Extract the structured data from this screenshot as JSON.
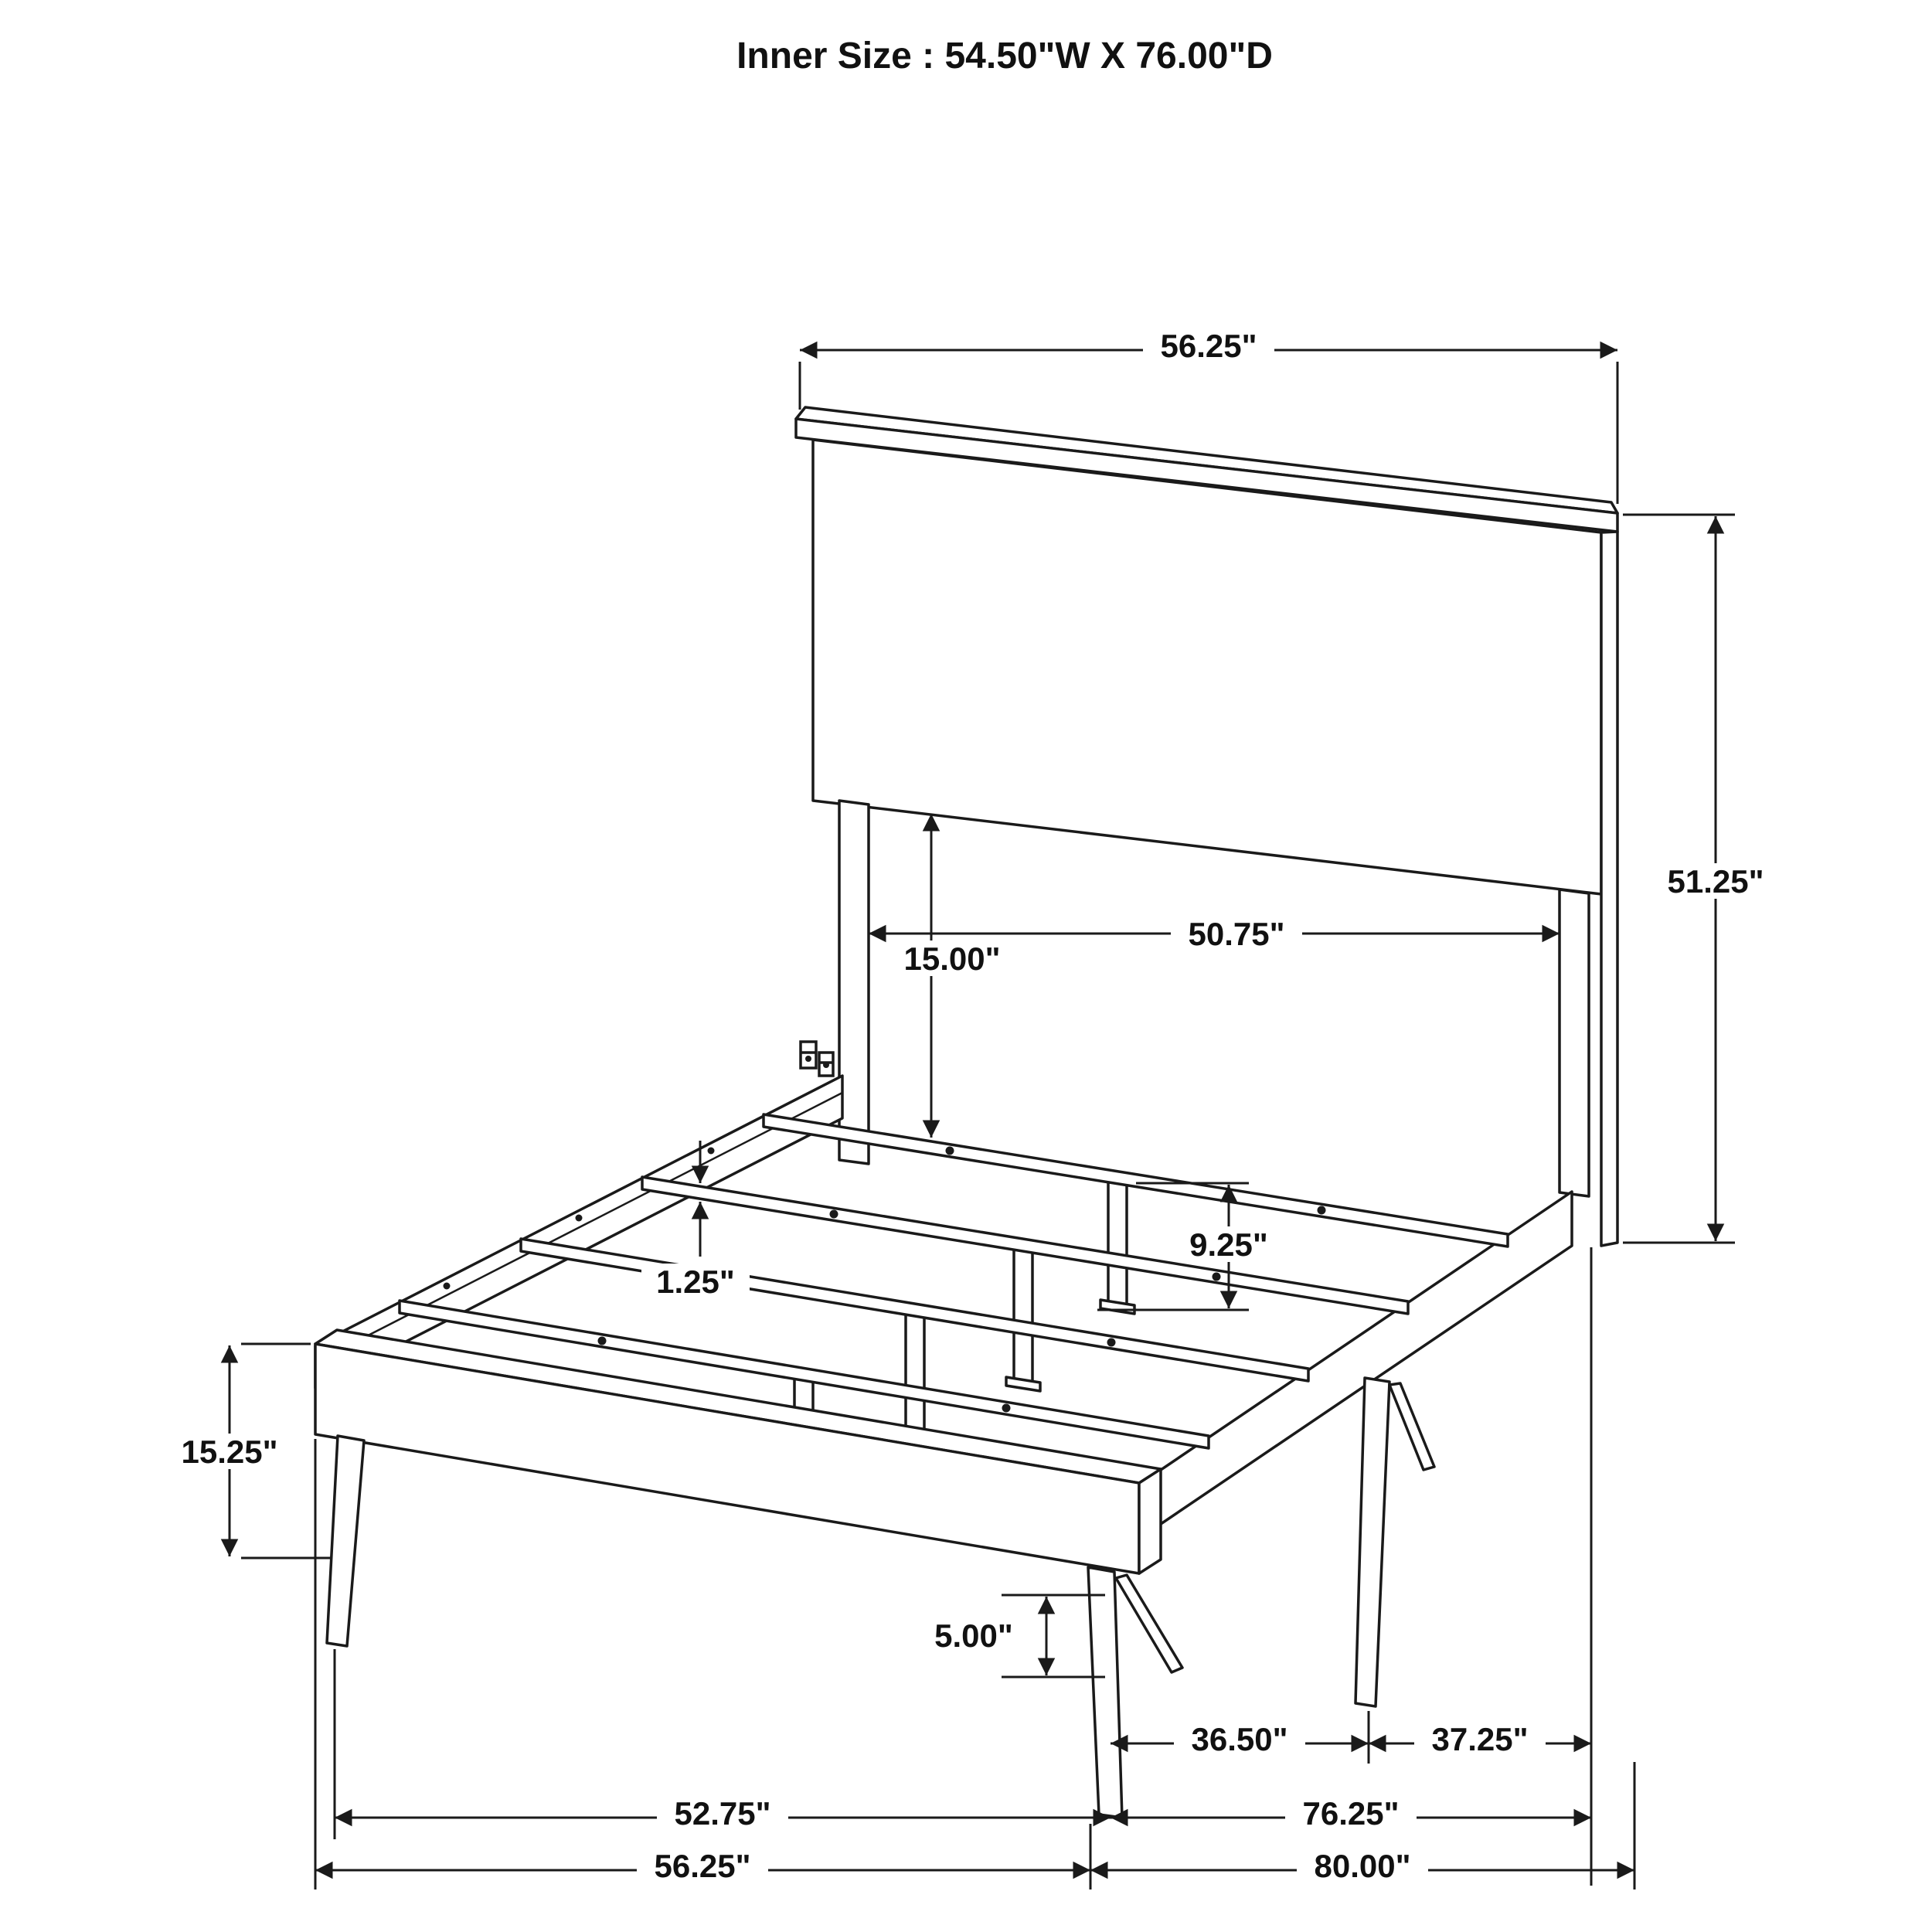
{
  "title": "Inner Size : 54.50\"W X 76.00\"D",
  "dimensions": {
    "headboard_width_top": "56.25\"",
    "headboard_height": "51.25\"",
    "headboard_inner_width": "50.75\"",
    "headboard_panel_gap": "15.00\"",
    "slat_thickness": "1.25\"",
    "slat_support_height": "9.25\"",
    "footboard_height": "15.25\"",
    "leg_clearance": "5.00\"",
    "center_leg_to_rear_leg": "36.50\"",
    "rear_leg_to_headboard": "37.25\"",
    "footboard_leg_span": "52.75\"",
    "rail_inner_length": "76.25\"",
    "footboard_width_bottom": "56.25\"",
    "overall_depth": "80.00\""
  }
}
